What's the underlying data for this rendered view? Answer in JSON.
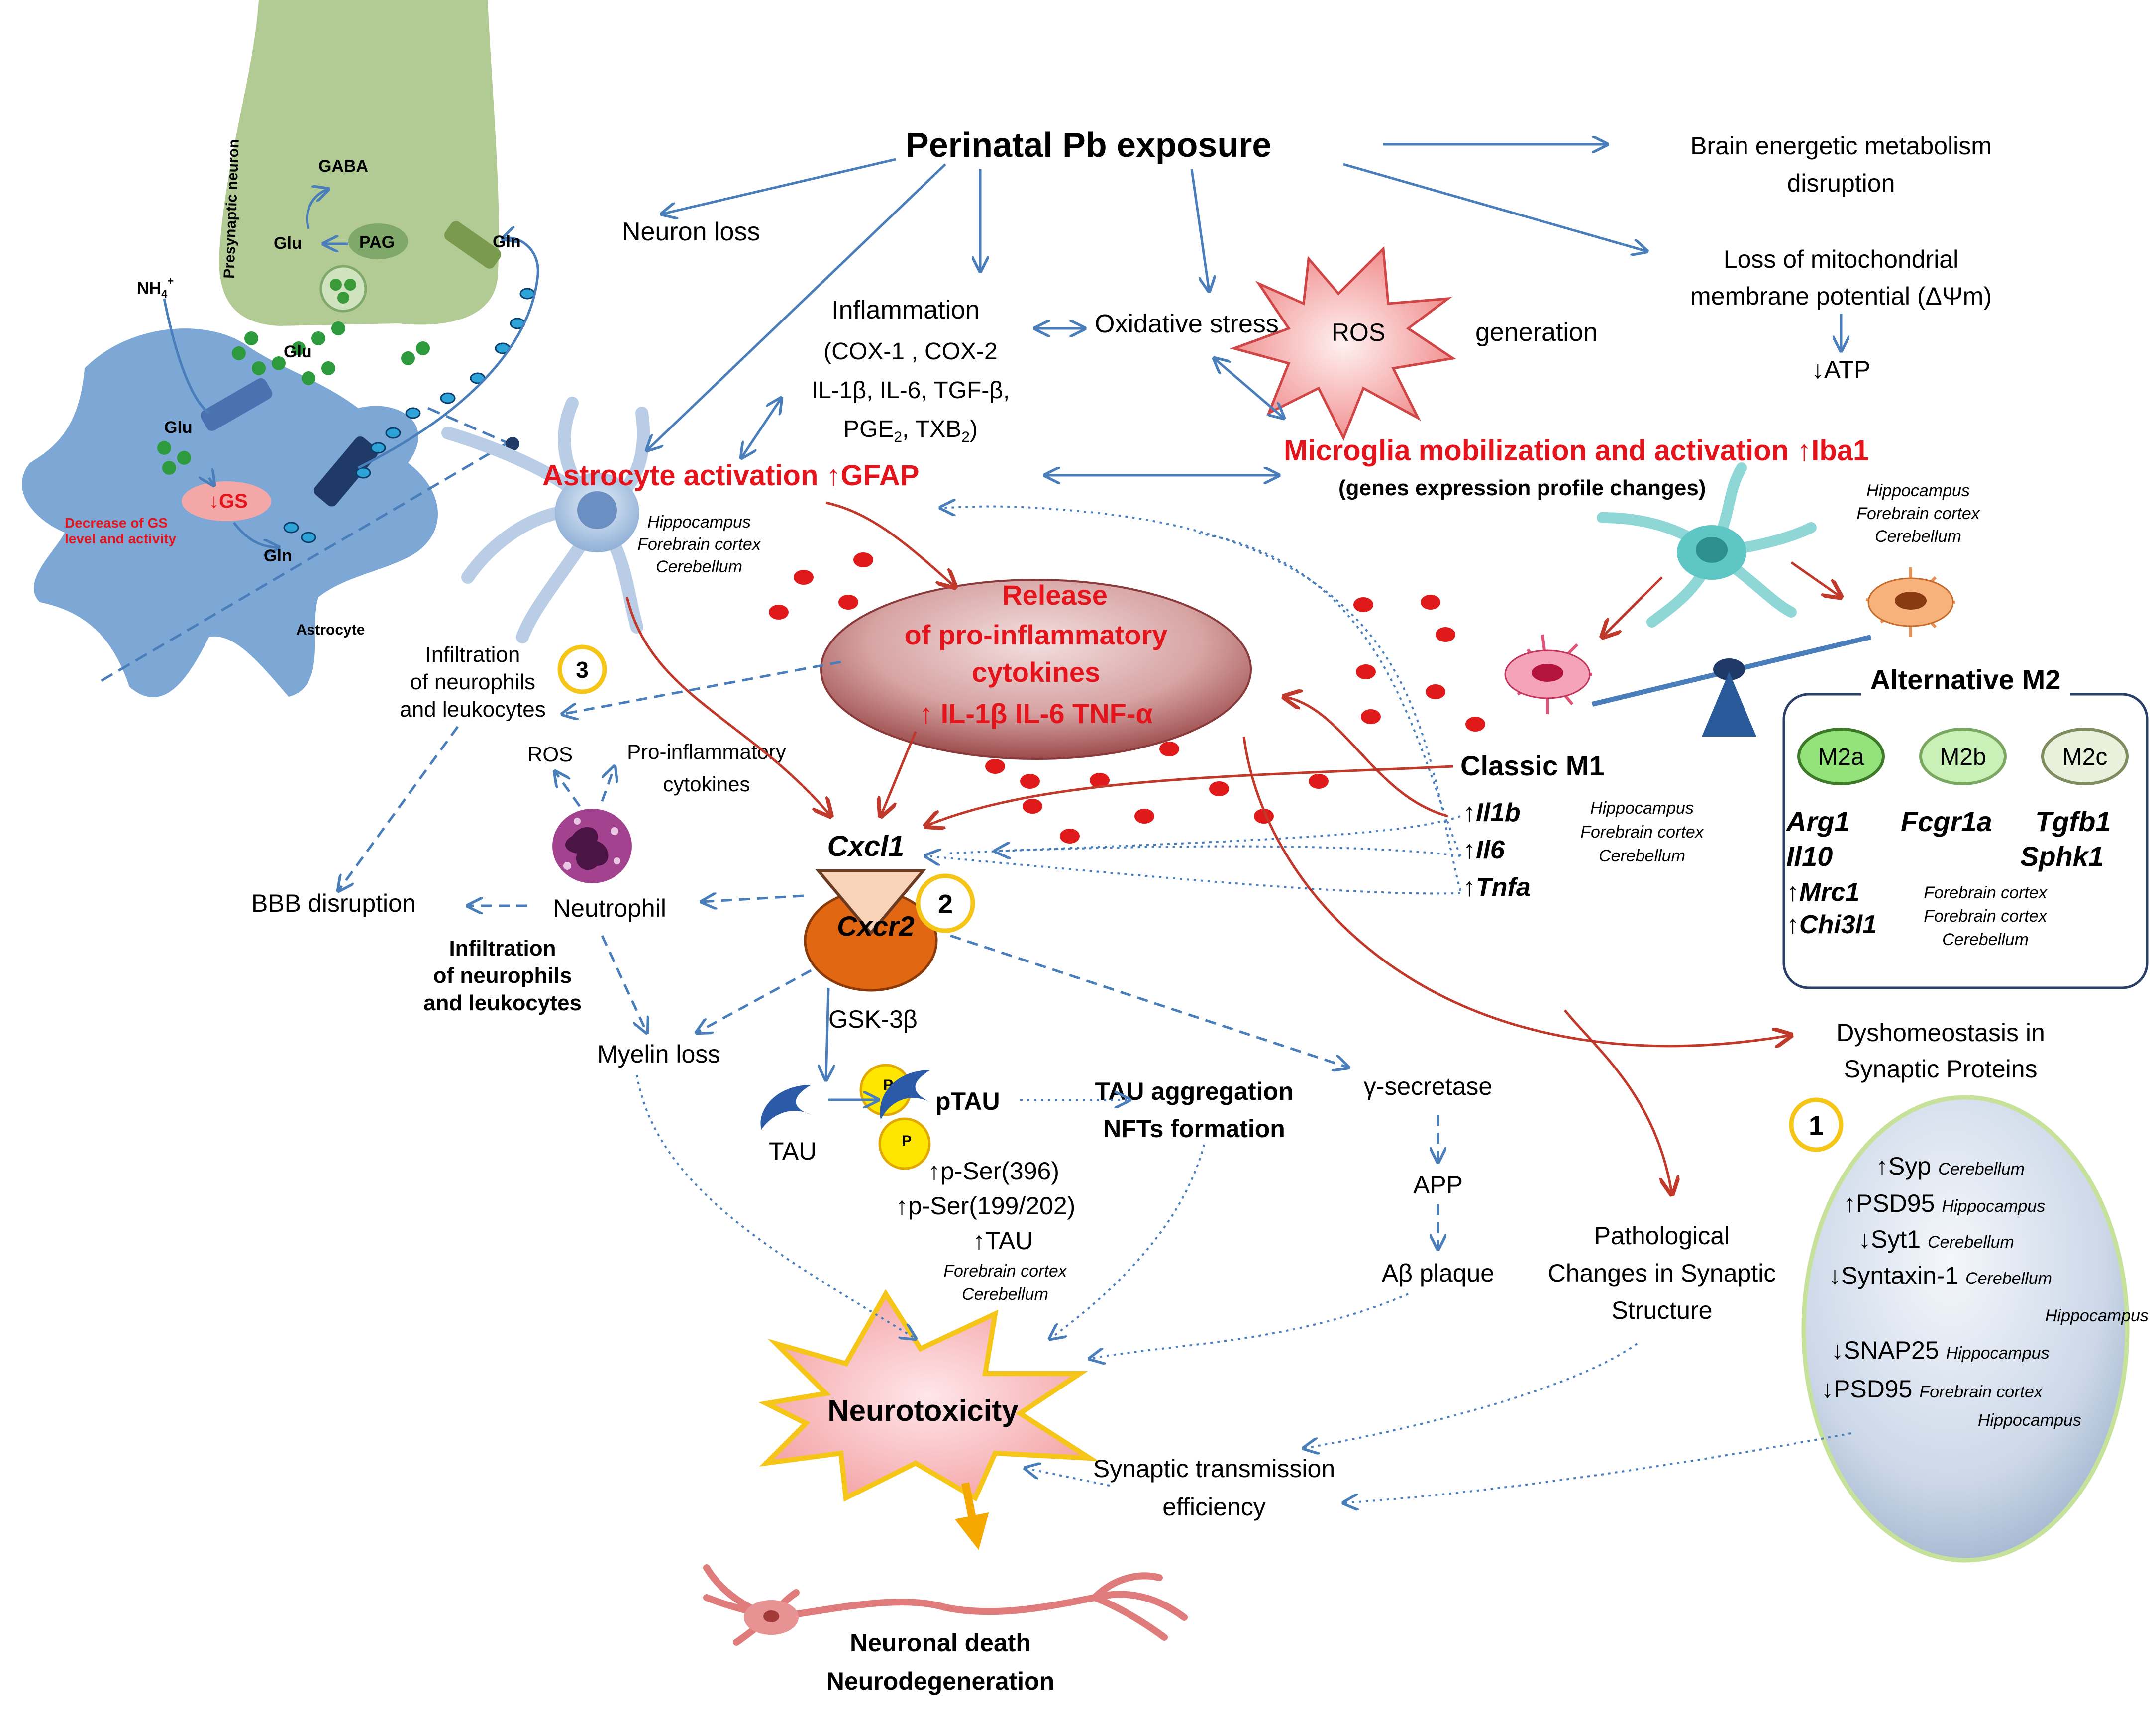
{
  "title": "Perinatal Pb exposure",
  "top_effects": {
    "neuron_loss": "Neuron loss",
    "brain_metabolism_1": "Brain energetic metabolism",
    "brain_metabolism_2": "disruption",
    "mito_1": "Loss of mitochondrial",
    "mito_2": "membrane potential  (ΔΨm)",
    "atp": "↓ATP",
    "inflammation_title": "Inflammation",
    "inflammation_1": "(COX-1 , COX-2",
    "inflammation_2": "IL-1β, IL-6, TGF-β,",
    "inflammation_3_a": "PGE",
    "inflammation_3_b": "2",
    "inflammation_3_c": ", TXB",
    "inflammation_3_d": "2",
    "inflammation_3_e": ")",
    "oxidative_stress": "Oxidative stress",
    "ros_star": "ROS",
    "generation": "generation"
  },
  "presynaptic": {
    "label": "Presynaptic neuron",
    "gaba": "GABA",
    "glu_1": "Glu",
    "pag": "PAG",
    "gln_1": "Gln",
    "nh4": "NH",
    "nh4_sub": "4",
    "nh4_sup": "+",
    "glu_2": "Glu",
    "glu_3": "Glu",
    "gs": "↓GS",
    "gs_note_1": "Decrease of GS",
    "gs_note_2": "level and activity",
    "gln_2": "Gln",
    "astrocyte": "Astrocyte"
  },
  "astrocyte_activation": {
    "label": "Astrocyte activation ↑GFAP",
    "region_1": "Hippocampus",
    "region_2": "Forebrain cortex",
    "region_3": "Cerebellum"
  },
  "microglia": {
    "label": "Microglia mobilization and activation  ↑Iba1",
    "sub": "(genes expression profile changes)",
    "region_1": "Hippocampus",
    "region_2": "Forebrain cortex",
    "region_3": "Cerebellum"
  },
  "cytokines": {
    "line_1": "Release",
    "line_2": "of pro-inflammatory",
    "line_3": "cytokines",
    "line_4": "↑ IL-1β   IL-6   TNF-α"
  },
  "m1": {
    "label": "Classic M1",
    "gene_1": "↑Il1b",
    "gene_2": "↑Il6",
    "gene_3": "↑Tnfa",
    "region_1": "Hippocampus",
    "region_2": "Forebrain cortex",
    "region_3": "Cerebellum"
  },
  "m2": {
    "label": "Alternative M2",
    "m2a": "M2a",
    "m2b": "M2b",
    "m2c": "M2c",
    "arg1": "Arg1",
    "il10": "Il10",
    "fcgr1a": "Fcgr1a",
    "tgfb1": "Tgfb1",
    "sphk1": "Sphk1",
    "mrc1": "↑Mrc1",
    "chi3l1": "↑Chi3l1",
    "region_1": "Forebrain cortex",
    "region_2": "Forebrain cortex",
    "region_3": "Cerebellum"
  },
  "infiltration": {
    "top_1": "Infiltration",
    "top_2": "of neurophils",
    "top_3": "and leukocytes",
    "ros": "ROS",
    "proinf_1": "Pro-inflammatory",
    "proinf_2": "cytokines",
    "bbb": "BBB disruption",
    "neutrophil": "Neutrophil",
    "bottom_1": "Infiltration",
    "bottom_2": "of neurophils",
    "bottom_3": "and leukocytes"
  },
  "chemokine": {
    "cxcl1": "Cxcl1",
    "cxcr2": "Cxcr2"
  },
  "markers": {
    "one": "1",
    "two": "2",
    "three": "3"
  },
  "tau": {
    "myelin_loss": "Myelin loss",
    "gsk": "GSK-3β",
    "tau": "TAU",
    "p": "P",
    "ptau": "pTAU",
    "agg_1": "TAU aggregation",
    "agg_2": "NFTs formation",
    "pser396": "↑p-Ser(396)",
    "pser199": "↑p-Ser(199/202)",
    "tau_up": "↑TAU",
    "region_1": "Forebrain cortex",
    "region_2": "Cerebellum"
  },
  "amyloid": {
    "gamma": "γ-secretase",
    "app": "APP",
    "plaque": "Aβ plaque"
  },
  "synaptic": {
    "dys_1": "Dyshomeostasis in",
    "dys_2": "Synaptic Proteins",
    "path_1": "Pathological",
    "path_2": "Changes in Synaptic",
    "path_3": "Structure",
    "trans_1": "Synaptic transmission",
    "trans_2": "efficiency",
    "syp": "↑Syp",
    "syp_r": "Cerebellum",
    "psd95_up": "↑PSD95",
    "psd95_up_r": "Hippocampus",
    "syt1": "↓Syt1",
    "syt1_r": "Cerebellum",
    "syntaxin": "↓Syntaxin-1",
    "syntaxin_r": "Cerebellum",
    "syntaxin_r2": "Hippocampus",
    "snap25": "↓SNAP25",
    "snap25_r": "Hippocampus",
    "psd95_down": "↓PSD95",
    "psd95_down_r": "Forebrain cortex",
    "psd95_down_r2": "Hippocampus"
  },
  "outcome": {
    "neurotoxicity": "Neurotoxicity",
    "death_1": "Neuronal death",
    "death_2": "Neurodegeneration"
  },
  "colors": {
    "blue_arrow": "#4a7ebb",
    "red_arrow": "#c0392b",
    "red_text": "#e3141b",
    "yellow_marker": "#f5c518"
  }
}
